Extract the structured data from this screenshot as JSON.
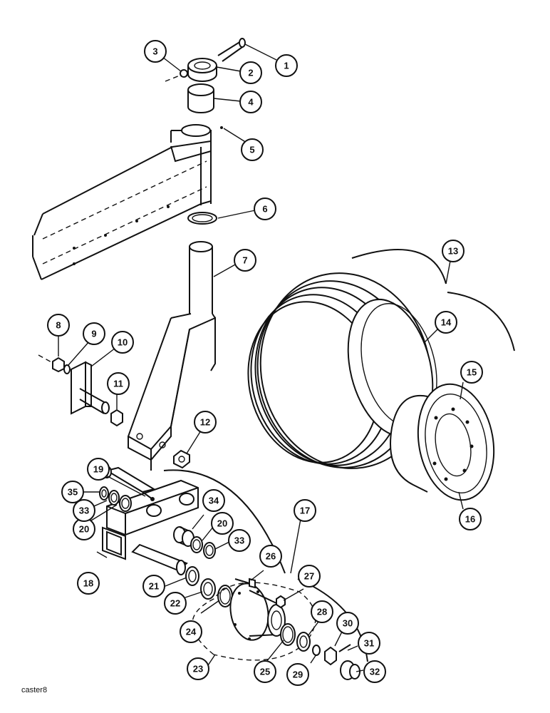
{
  "drawing_id": "caster8",
  "callouts": [
    {
      "id": "c1",
      "label": "1"
    },
    {
      "id": "c2",
      "label": "2"
    },
    {
      "id": "c3",
      "label": "3"
    },
    {
      "id": "c4",
      "label": "4"
    },
    {
      "id": "c5",
      "label": "5"
    },
    {
      "id": "c6",
      "label": "6"
    },
    {
      "id": "c7",
      "label": "7"
    },
    {
      "id": "c8",
      "label": "8"
    },
    {
      "id": "c9",
      "label": "9"
    },
    {
      "id": "c10",
      "label": "10"
    },
    {
      "id": "c11",
      "label": "11"
    },
    {
      "id": "c12",
      "label": "12"
    },
    {
      "id": "c13",
      "label": "13"
    },
    {
      "id": "c14",
      "label": "14"
    },
    {
      "id": "c15",
      "label": "15"
    },
    {
      "id": "c16",
      "label": "16"
    },
    {
      "id": "c17",
      "label": "17"
    },
    {
      "id": "c18",
      "label": "18"
    },
    {
      "id": "c19",
      "label": "19"
    },
    {
      "id": "c20a",
      "label": "20"
    },
    {
      "id": "c20b",
      "label": "20"
    },
    {
      "id": "c21",
      "label": "21"
    },
    {
      "id": "c22",
      "label": "22"
    },
    {
      "id": "c23",
      "label": "23"
    },
    {
      "id": "c24",
      "label": "24"
    },
    {
      "id": "c25",
      "label": "25"
    },
    {
      "id": "c26",
      "label": "26"
    },
    {
      "id": "c27",
      "label": "27"
    },
    {
      "id": "c28",
      "label": "28"
    },
    {
      "id": "c29",
      "label": "29"
    },
    {
      "id": "c30",
      "label": "30"
    },
    {
      "id": "c31",
      "label": "31"
    },
    {
      "id": "c32",
      "label": "32"
    },
    {
      "id": "c33a",
      "label": "33"
    },
    {
      "id": "c33b",
      "label": "33"
    },
    {
      "id": "c34",
      "label": "34"
    },
    {
      "id": "c35",
      "label": "35"
    }
  ]
}
